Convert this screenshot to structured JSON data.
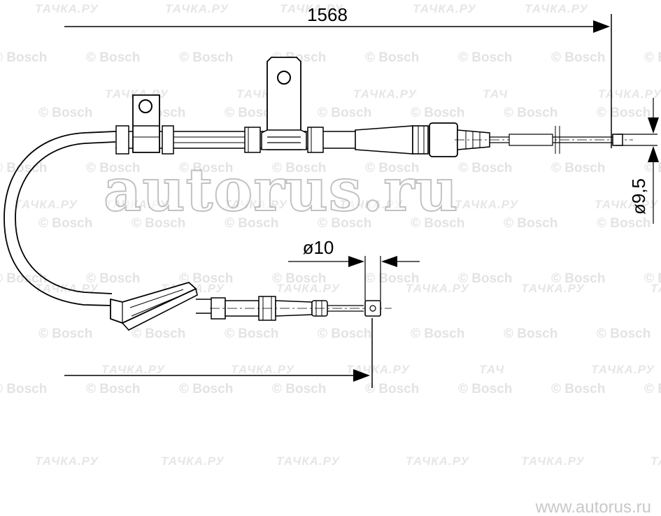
{
  "dimensions": {
    "overall_length": "1568",
    "fitting_diameter": "ø10",
    "end_diameter": "ø9,5"
  },
  "watermarks": {
    "main": "autorus.ru",
    "footer": "www.autorus.ru",
    "bosch": "© Bosch",
    "tachka": "ТАЧКА.РУ",
    "tachka_cut": "ТАЧ"
  },
  "colors": {
    "line": "#000000",
    "watermark": "#e3e3e3"
  }
}
